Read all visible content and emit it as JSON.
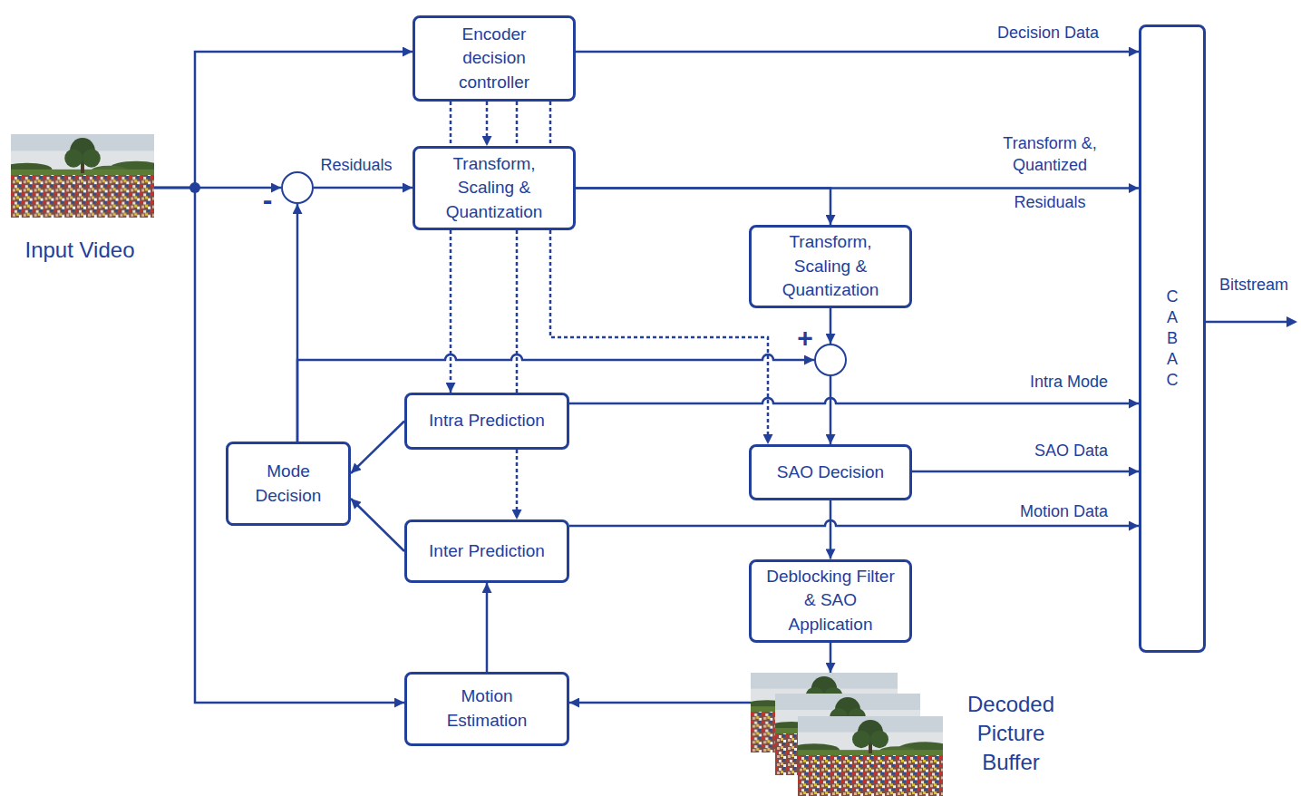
{
  "diagram": {
    "nodes": [
      {
        "text": [
          "Input Video"
        ]
      },
      {
        "text": [
          "Encoder decision controller"
        ]
      },
      {
        "text": [
          "-"
        ]
      },
      {
        "text": [
          "Transform, Scaling & Quantization"
        ]
      },
      {
        "text": [
          "C A B A C"
        ]
      },
      {
        "text": [
          "Transform, Scaling & Quantization"
        ]
      },
      {
        "text": [
          "+"
        ]
      },
      {
        "text": [
          "Intra Prediction"
        ]
      },
      {
        "text": [
          "Mode Decision"
        ]
      },
      {
        "text": [
          "SAO Decision"
        ]
      },
      {
        "text": [
          "Inter Prediction"
        ]
      },
      {
        "text": [
          "Deblocking Filter & SAO Application"
        ]
      },
      {
        "text": [
          "Motion Estimation"
        ]
      },
      {
        "text": [
          "Decoded Picture Buffer"
        ]
      }
    ],
    "edges": [
      {
        "from": 0,
        "to": 1,
        "arrow": "to"
      },
      {
        "from": 0,
        "to": 2,
        "arrow": "to"
      },
      {
        "from": 0,
        "to": 12,
        "arrow": "to"
      },
      {
        "from": 2,
        "to": 3,
        "label": "Residuals",
        "arrow": "to"
      },
      {
        "from": 1,
        "to": 4,
        "label": "Decision Data",
        "arrow": "to"
      },
      {
        "from": 1,
        "to": 3,
        "arrow": "none"
      },
      {
        "from": 1,
        "to": 3,
        "arrow": "to"
      },
      {
        "from": 1,
        "to": 3,
        "arrow": "none"
      },
      {
        "from": 1,
        "to": 3,
        "arrow": "none"
      },
      {
        "from": 3,
        "to": 4,
        "label": "Transform &, Quantized",
        "arrow": "to"
      },
      {
        "from": 3,
        "to": 5,
        "arrow": "to"
      },
      {
        "from": 5,
        "to": 6,
        "arrow": "to"
      },
      {
        "from": 8,
        "to": 2,
        "arrow": "to"
      },
      {
        "from": 8,
        "to": 6,
        "arrow": "to"
      },
      {
        "from": 6,
        "to": 9,
        "arrow": "to"
      },
      {
        "from": 3,
        "to": 7,
        "arrow": "to"
      },
      {
        "from": 3,
        "to": 7,
        "arrow": "none"
      },
      {
        "from": 7,
        "to": 10,
        "arrow": "to"
      },
      {
        "from": 3,
        "to": 9,
        "arrow": "to"
      },
      {
        "from": 7,
        "to": 4,
        "label": "Intra Mode",
        "arrow": "to"
      },
      {
        "from": 7,
        "to": 8,
        "arrow": "to"
      },
      {
        "from": 10,
        "to": 8,
        "arrow": "to"
      },
      {
        "from": 10,
        "to": 4,
        "label": "Motion Data",
        "arrow": "to"
      },
      {
        "from": 9,
        "to": 4,
        "label": "SAO Data",
        "arrow": "to"
      },
      {
        "from": 9,
        "to": 11,
        "arrow": "to"
      },
      {
        "from": 11,
        "to": 13,
        "arrow": "to"
      },
      {
        "from": 13,
        "to": 12,
        "arrow": "to"
      },
      {
        "from": 12,
        "to": 10,
        "arrow": "to"
      }
    ],
    "labels": [
      "Residuals",
      "Bitstream"
    ]
  }
}
